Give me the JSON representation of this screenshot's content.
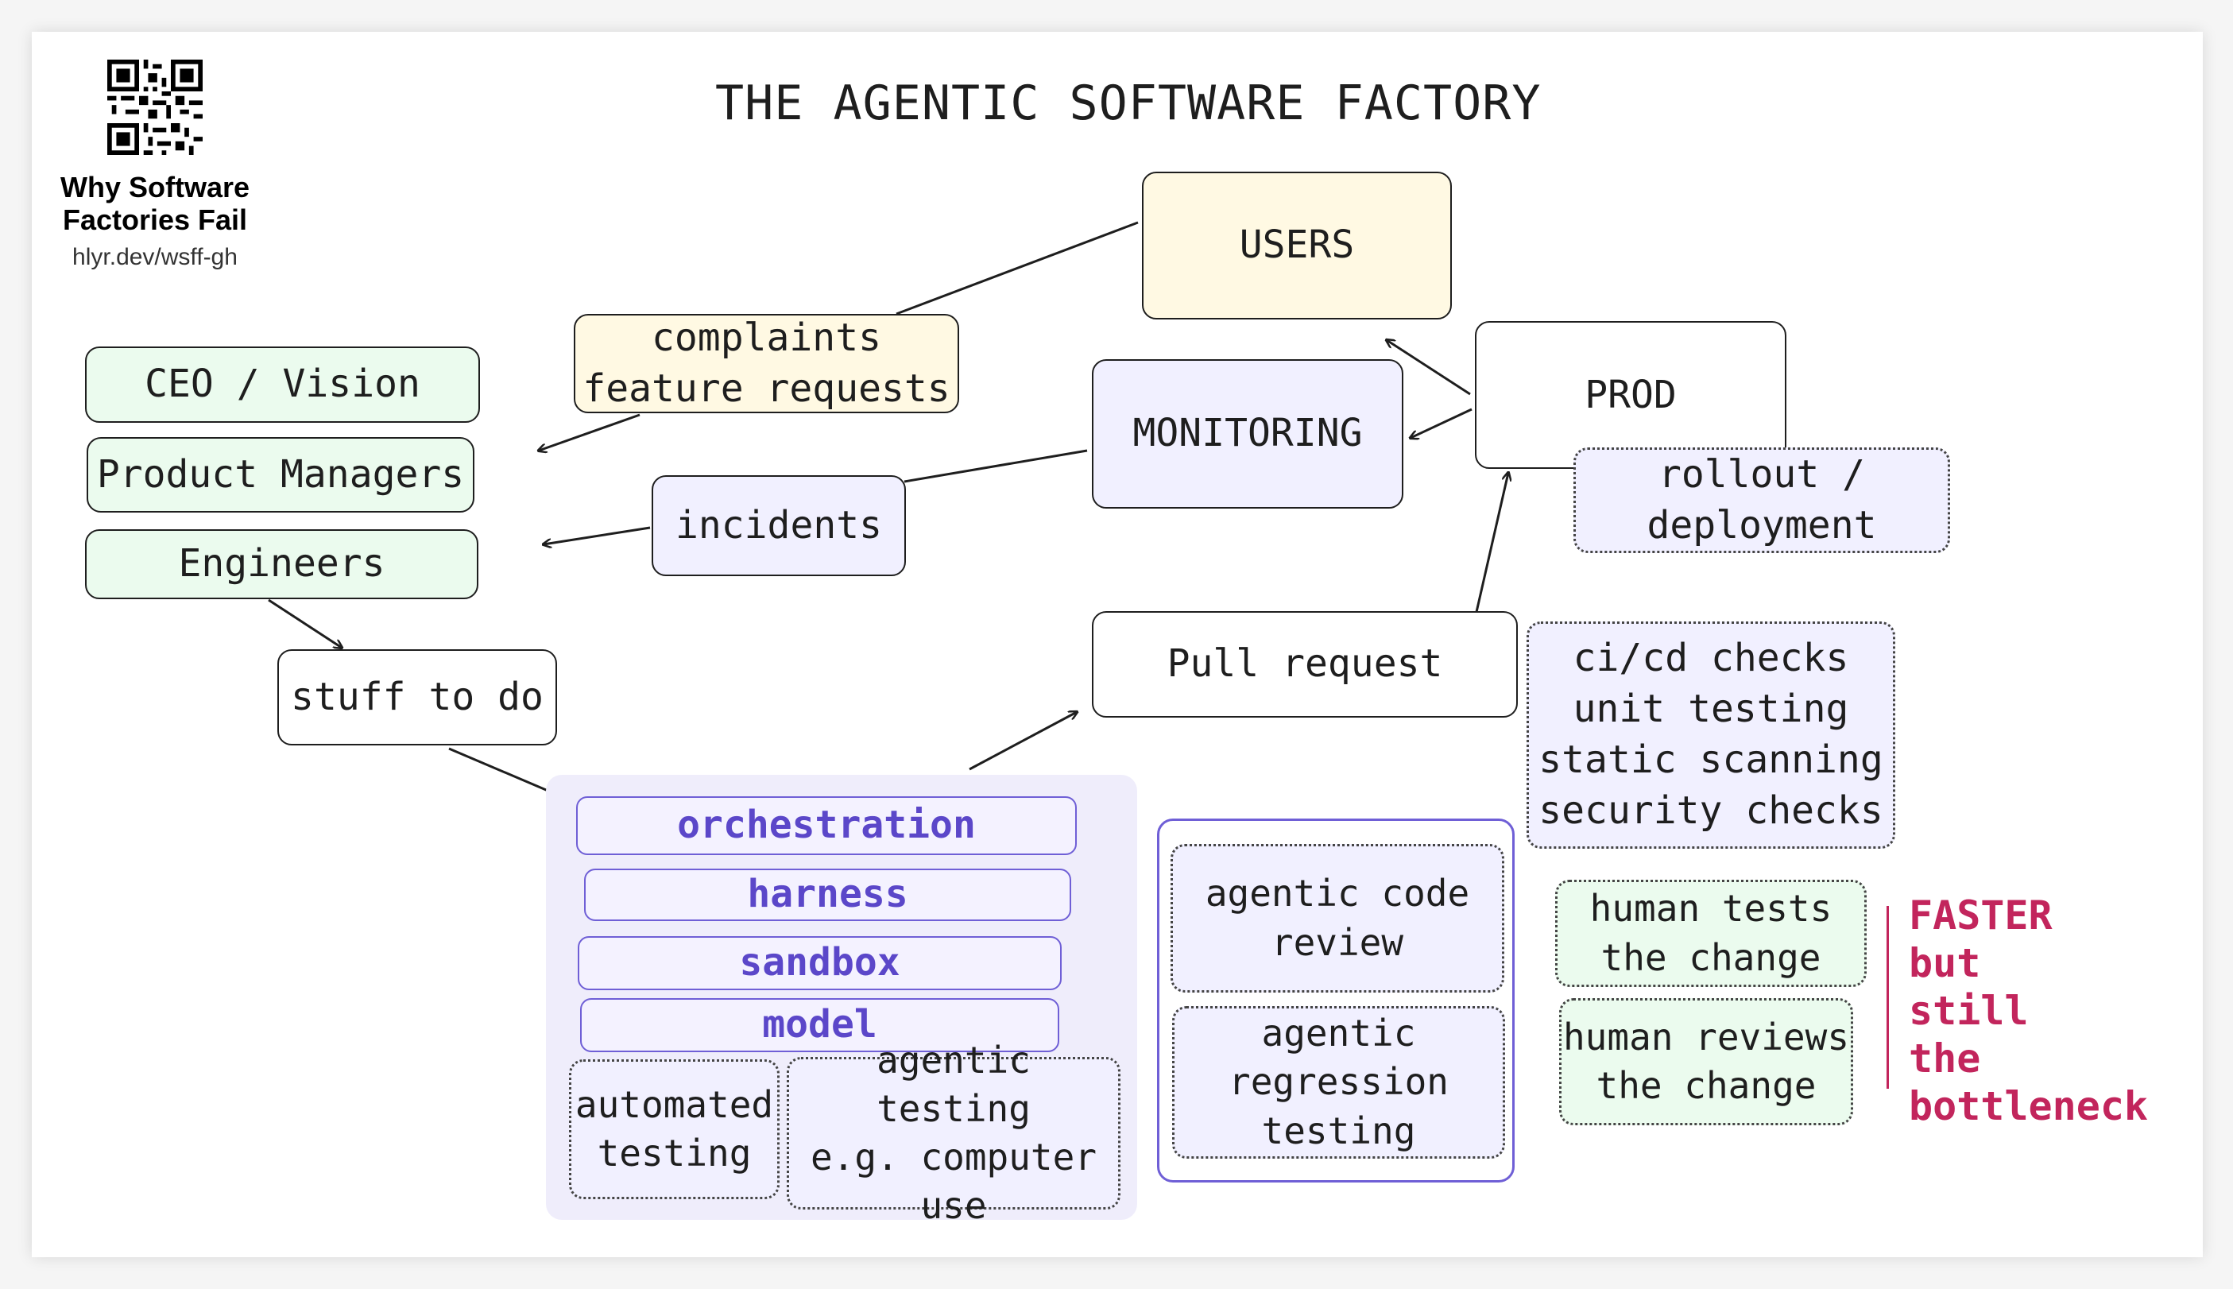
{
  "title": "THE AGENTIC SOFTWARE FACTORY",
  "qr": {
    "title": "Why Software\nFactories Fail",
    "url": "hlyr.dev/wsff-gh"
  },
  "nodes": {
    "users": "USERS",
    "complaints": "complaints\nfeature requests",
    "ceo": "CEO / Vision",
    "product_managers": "Product Managers",
    "engineers": "Engineers",
    "monitoring": "MONITORING",
    "prod": "PROD",
    "rollout": "rollout /\ndeployment",
    "incidents": "incidents",
    "stuff_to_do": "stuff to do",
    "pull_request": "Pull request",
    "cicd": "ci/cd checks\nunit testing\nstatic scanning\nsecurity checks",
    "orchestration": "orchestration",
    "harness": "harness",
    "sandbox": "sandbox",
    "model": "model",
    "automated_testing": "automated\ntesting",
    "agentic_testing": "agentic testing\ne.g. computer\nuse",
    "agentic_code_review": "agentic code\nreview",
    "agentic_regression": "agentic\nregression\ntesting",
    "human_tests": "human tests\nthe change",
    "human_reviews": "human reviews\nthe change"
  },
  "annotation": "FASTER\nbut\nstill\nthe\nbottleneck",
  "colors": {
    "green_fill": "#ebfbee",
    "yellow_fill": "#fff9e3",
    "lavender_fill": "#f1f0ff",
    "purple_text": "#5b47c9",
    "accent_red": "#c2255c"
  }
}
